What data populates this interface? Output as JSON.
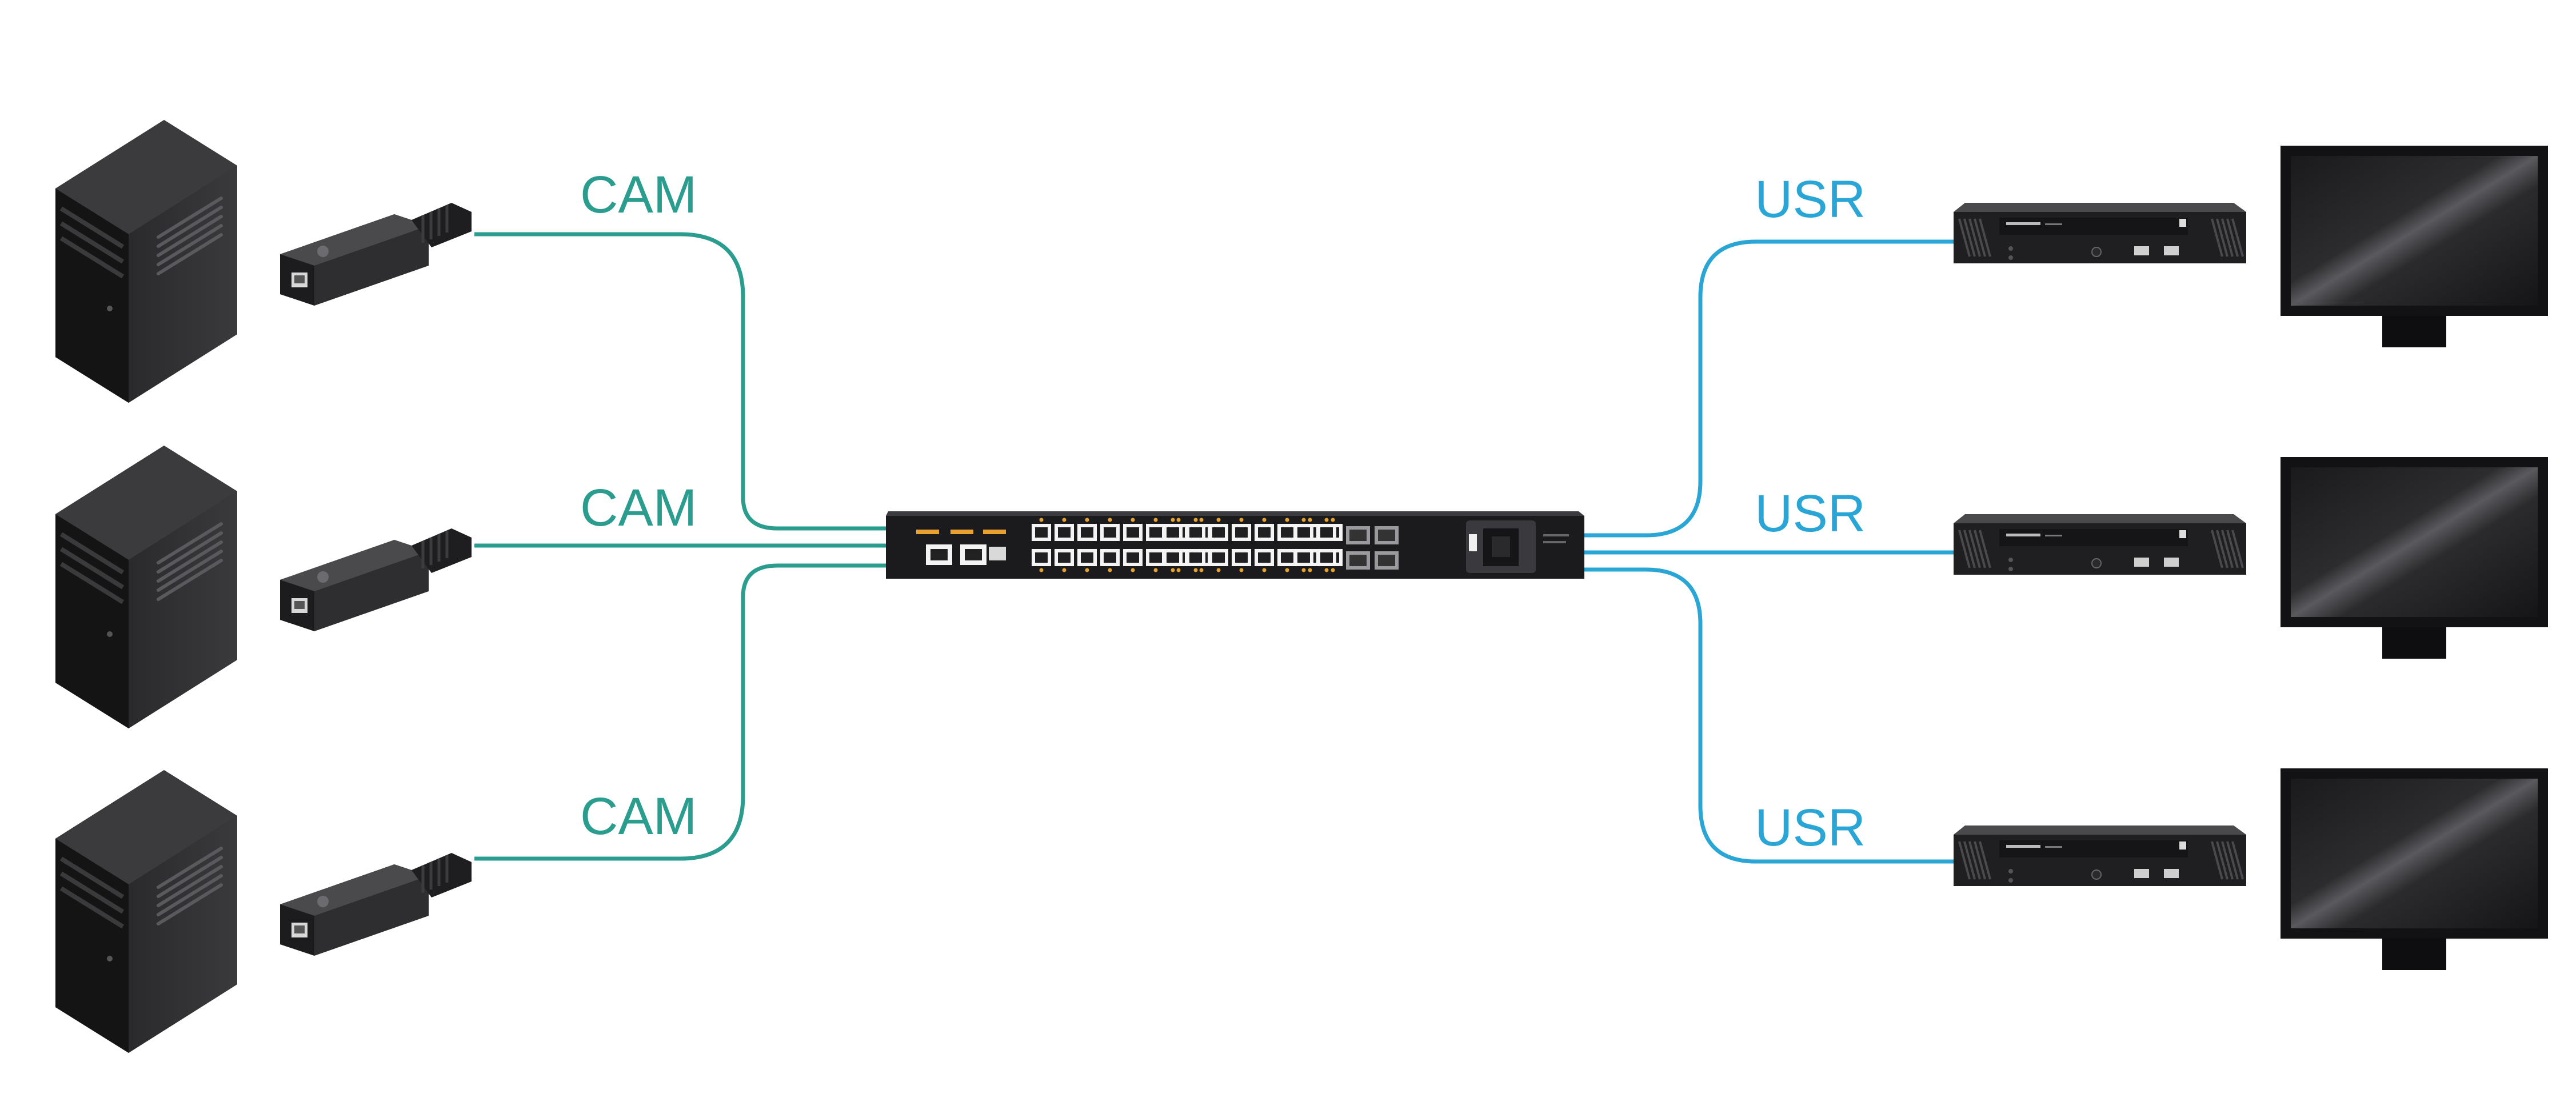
{
  "diagram": {
    "colors": {
      "cam": "#2a9d8f",
      "usr": "#2aa6d6",
      "device": "#1b1b1d",
      "device_side": "#333335",
      "device_top": "#4a4a4d",
      "port": "#f4f4f4",
      "accent": "#e7a22e"
    },
    "sources": [
      {
        "label": "CAM",
        "icon": "server-tower-icon",
        "transmitter_icon": "usb-transmitter-icon"
      },
      {
        "label": "CAM",
        "icon": "server-tower-icon",
        "transmitter_icon": "usb-transmitter-icon"
      },
      {
        "label": "CAM",
        "icon": "server-tower-icon",
        "transmitter_icon": "usb-transmitter-icon"
      }
    ],
    "switch": {
      "icon": "network-switch-icon"
    },
    "destinations": [
      {
        "label": "USR",
        "receiver_icon": "matrix-receiver-icon",
        "monitor_icon": "monitor-icon"
      },
      {
        "label": "USR",
        "receiver_icon": "matrix-receiver-icon",
        "monitor_icon": "monitor-icon"
      },
      {
        "label": "USR",
        "receiver_icon": "matrix-receiver-icon",
        "monitor_icon": "monitor-icon"
      }
    ]
  }
}
